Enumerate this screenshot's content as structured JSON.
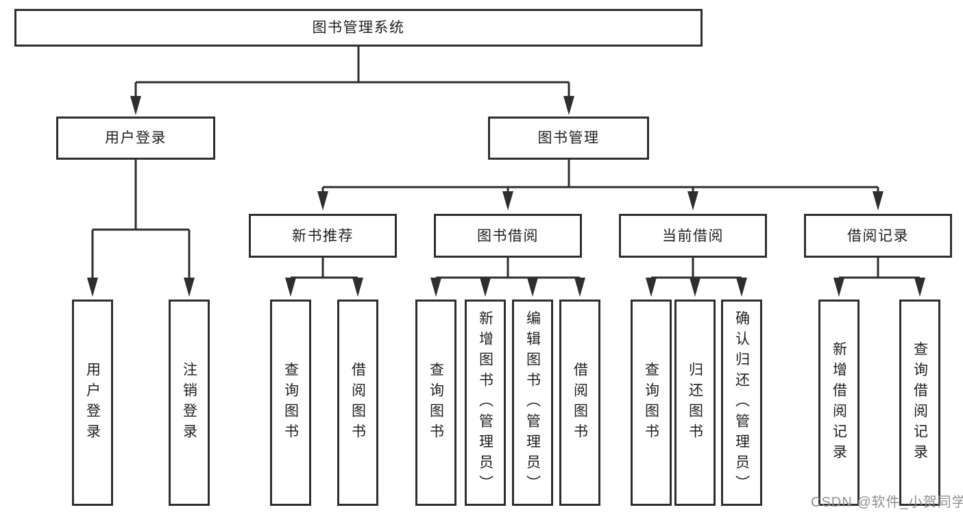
{
  "diagram": {
    "root": {
      "label": "图书管理系统"
    },
    "level2": [
      {
        "label": "用户登录"
      },
      {
        "label": "图书管理"
      }
    ],
    "level3": [
      {
        "label": "新书推荐"
      },
      {
        "label": "图书借阅"
      },
      {
        "label": "当前借阅"
      },
      {
        "label": "借阅记录"
      }
    ],
    "leaves": [
      {
        "label": "用户登录"
      },
      {
        "label": "注销登录"
      },
      {
        "label": "查询图书"
      },
      {
        "label": "借阅图书"
      },
      {
        "label": "查询图书"
      },
      {
        "label": "新增图书（管理员）"
      },
      {
        "label": "编辑图书（管理员）"
      },
      {
        "label": "借阅图书"
      },
      {
        "label": "查询图书"
      },
      {
        "label": "归还图书"
      },
      {
        "label": "确认归还（管理员）"
      },
      {
        "label": "新增借阅记录"
      },
      {
        "label": "查询借阅记录"
      }
    ]
  },
  "watermark": {
    "text": "CSDN @软件_小贺同学"
  },
  "colors": {
    "line": "#2e2e2e",
    "box_border": "#2e2e2e",
    "text": "#1f1f1f",
    "watermark": "#8f8f8f",
    "background": "#ffffff"
  }
}
